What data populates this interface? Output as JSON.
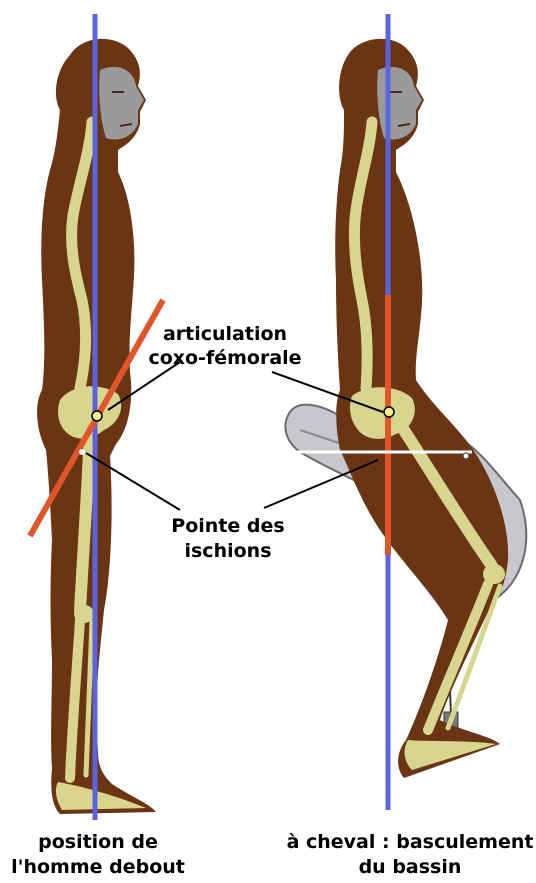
{
  "labels": {
    "articulation_line1": "articulation",
    "articulation_line2": "coxo-fémorale",
    "ischions_line1": "Pointe des",
    "ischions_line2": "ischions"
  },
  "captions": {
    "left_line1": "position de",
    "left_line2": "l'homme debout",
    "right_line1": "à cheval : basculement",
    "right_line2": "du bassin"
  },
  "colors": {
    "body": "#6b3513",
    "skeleton": "#d8d58e",
    "face": "#9a9a9c",
    "saddle": "#c8c8cc",
    "plumb_line": "#5a63e0",
    "pelvis_axis": "#e0552a",
    "joint_marker": "#f4f08a"
  }
}
